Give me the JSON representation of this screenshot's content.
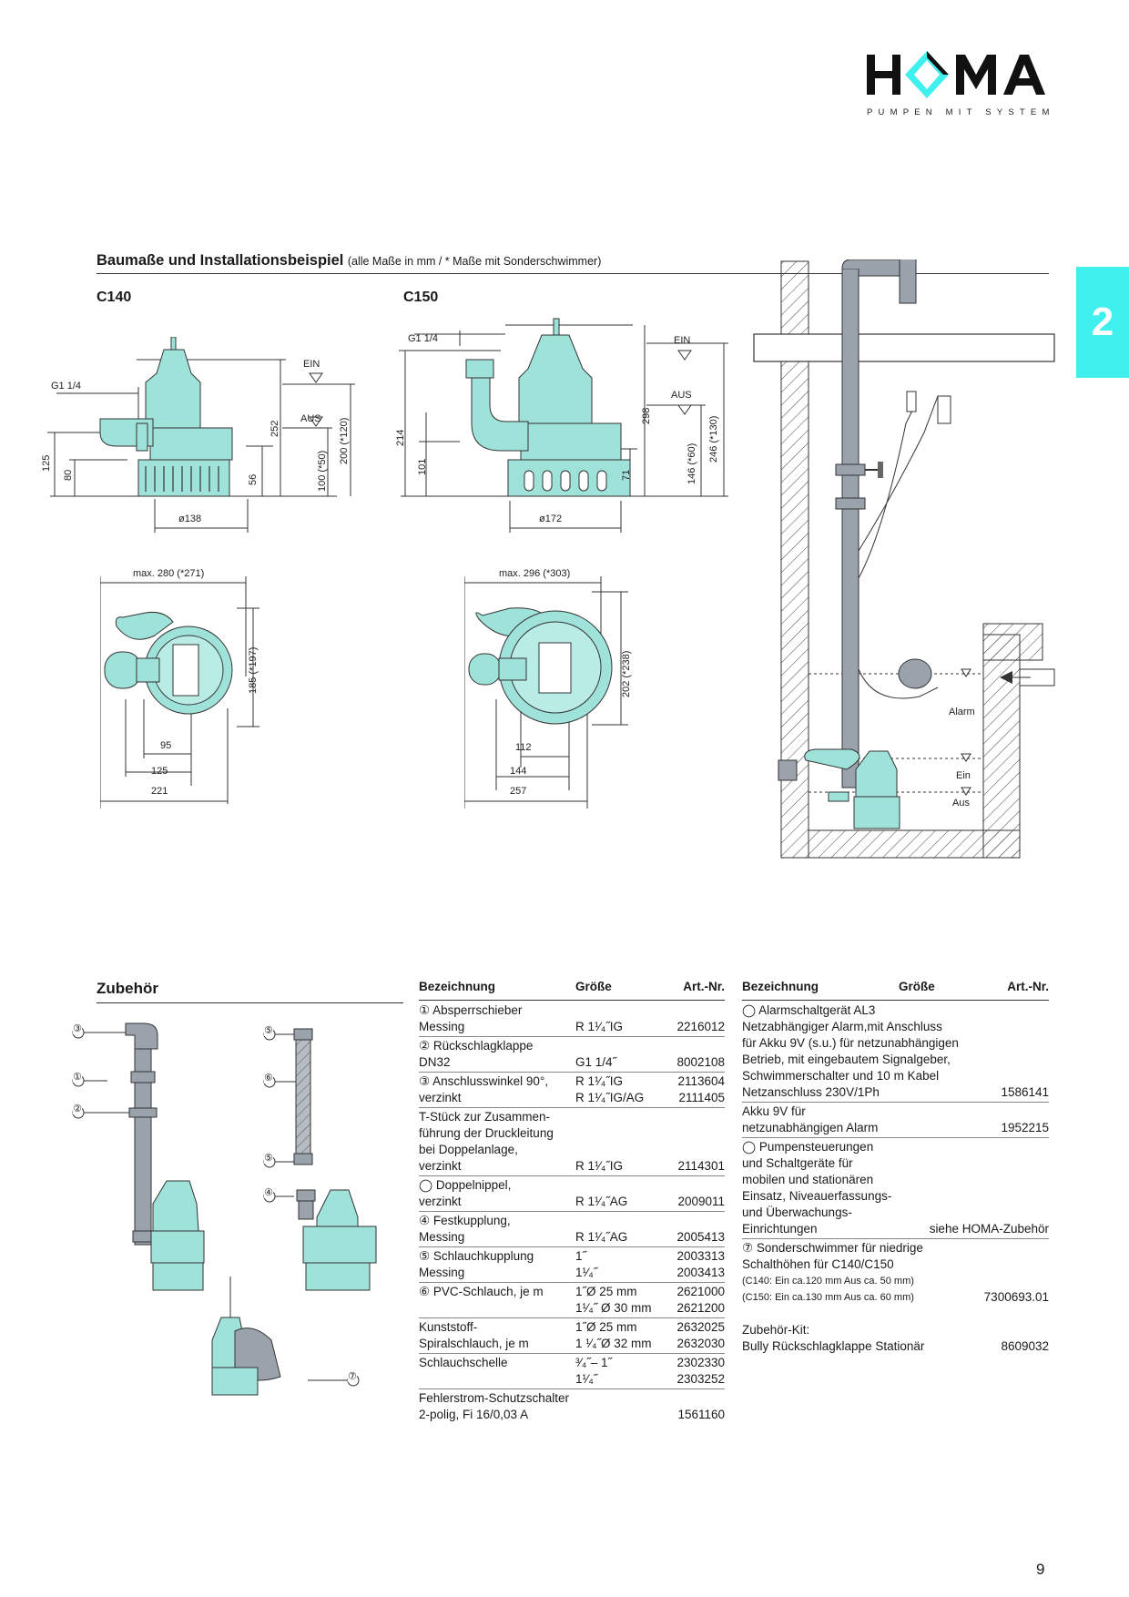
{
  "logo": {
    "wordmark": "HOMA",
    "tagline": "PUMPEN MIT SYSTEM"
  },
  "side_tab": {
    "number": "2"
  },
  "section1": {
    "title": "Baumaße und Installationsbeispiel",
    "note": "(alle Maße in mm / * Maße mit Sonderschwimmer)"
  },
  "c140": {
    "model": "C140",
    "thread": "G1 1/4",
    "ein": "EIN",
    "aus": "AUS",
    "h125": "125",
    "h80": "80",
    "h252": "252",
    "h56": "56",
    "h100": "100 (*50)",
    "h200": "200 (*120)",
    "dia": "ø138",
    "max": "max. 280 (*271)",
    "side": "185 (*197)",
    "w95": "95",
    "w125": "125",
    "w221": "221"
  },
  "c150": {
    "model": "C150",
    "thread": "G1 1/4",
    "ein": "EIN",
    "aus": "AUS",
    "h214": "214",
    "h101": "101",
    "h298": "298",
    "h71": "71",
    "h146": "146 (*60)",
    "h246": "246 (*130)",
    "dia": "ø172",
    "max": "max. 296 (*303)",
    "side": "202 (*238)",
    "w112": "112",
    "w144": "144",
    "w257": "257"
  },
  "install": {
    "alarm": "Alarm",
    "ein": "Ein",
    "aus": "Aus"
  },
  "zubehoer": {
    "title": "Zubehör",
    "callouts": [
      "③",
      "①",
      "②",
      "⑤",
      "⑥",
      "⑤",
      "④",
      "⑦"
    ]
  },
  "table_left": {
    "headers": {
      "name": "Bezeichnung",
      "size": "Größe",
      "art": "Art.-Nr."
    },
    "rows": [
      {
        "name": "① Absperrschieber",
        "size": "",
        "art": ""
      },
      {
        "name": "Messing",
        "size": "R 1¹⁄₄˝IG",
        "art": "2216012"
      },
      {
        "name": "② Rückschlagklappe",
        "size": "",
        "art": ""
      },
      {
        "name": "DN32",
        "size": "G1 1/4˝",
        "art": "8002108"
      },
      {
        "name": "③ Anschlusswinkel 90°,",
        "size": "R 1¹⁄₄˝IG",
        "art": "2113604"
      },
      {
        "name": "verzinkt",
        "size": "R 1¹⁄₄˝IG/AG",
        "art": "2111405"
      },
      {
        "name": "T-Stück zur Zusammen-",
        "size": "",
        "art": ""
      },
      {
        "name": "führung der Druckleitung",
        "size": "",
        "art": ""
      },
      {
        "name": "bei Doppelanlage,",
        "size": "",
        "art": ""
      },
      {
        "name": "verzinkt",
        "size": "R 1¹⁄₄˝IG",
        "art": "2114301"
      },
      {
        "name": "◯ Doppelnippel,",
        "size": "",
        "art": ""
      },
      {
        "name": "verzinkt",
        "size": "R 1¹⁄₄˝AG",
        "art": "2009011"
      },
      {
        "name": "④ Festkupplung,",
        "size": "",
        "art": ""
      },
      {
        "name": "Messing",
        "size": "R 1¹⁄₄˝AG",
        "art": "2005413"
      },
      {
        "name": "⑤ Schlauchkupplung",
        "size": "1˝",
        "art": "2003313"
      },
      {
        "name": "Messing",
        "size": "1¹⁄₄˝",
        "art": "2003413"
      },
      {
        "name": "⑥ PVC-Schlauch, je m",
        "size": "1˝Ø 25 mm",
        "art": "2621000"
      },
      {
        "name": "",
        "size": "1¹⁄₄˝ Ø 30 mm",
        "art": "2621200"
      },
      {
        "name": "Kunststoff-",
        "size": "1˝Ø 25 mm",
        "art": "2632025"
      },
      {
        "name": "Spiralschlauch, je m",
        "size": "1 ¹⁄₄˝Ø 32 mm",
        "art": "2632030"
      },
      {
        "name": "Schlauchschelle",
        "size": "³⁄₄˝– 1˝",
        "art": "2302330"
      },
      {
        "name": "",
        "size": "1¹⁄₄˝",
        "art": "2303252"
      },
      {
        "name": "Fehlerstrom-Schutzschalter",
        "size": "",
        "art": ""
      },
      {
        "name": "2-polig, Fi 16/0,03 A",
        "size": "",
        "art": "1561160"
      }
    ]
  },
  "table_right": {
    "headers": {
      "name": "Bezeichnung",
      "size": "Größe",
      "art": "Art.-Nr."
    },
    "rows": [
      {
        "name": "◯ Alarmschaltgerät AL3",
        "art": ""
      },
      {
        "name": "Netzabhängiger Alarm,mit Anschluss",
        "art": ""
      },
      {
        "name": "für Akku 9V (s.u.) für netzunabhängigen",
        "art": ""
      },
      {
        "name": "Betrieb, mit eingebautem Signalgeber,",
        "art": ""
      },
      {
        "name": "Schwimmerschalter und 10 m Kabel",
        "art": ""
      },
      {
        "name": "Netzanschluss 230V/1Ph",
        "art": "1586141"
      },
      {
        "name": "Akku 9V für",
        "art": ""
      },
      {
        "name": "netzunabhängigen Alarm",
        "art": "1952215"
      },
      {
        "name": "◯ Pumpensteuerungen",
        "art": ""
      },
      {
        "name": "und Schaltgeräte für",
        "art": ""
      },
      {
        "name": "mobilen und stationären",
        "art": ""
      },
      {
        "name": "Einsatz, Niveauerfassungs-",
        "art": ""
      },
      {
        "name": "und Überwachungs-",
        "art": ""
      },
      {
        "name": "Einrichtungen",
        "art": "siehe HOMA-Zubehör"
      },
      {
        "name": "⑦ Sonderschwimmer für niedrige",
        "art": ""
      },
      {
        "name": "Schalthöhen für C140/C150",
        "art": ""
      },
      {
        "name": "(C140:  Ein  ca.120  mm  Aus  ca.  50  mm)",
        "art": "",
        "small": true
      },
      {
        "name": "(C150: Ein ca.130 mm Aus ca. 60 mm)",
        "art": "7300693.01",
        "small": true
      },
      {
        "name": "",
        "art": ""
      },
      {
        "name": "Zubehör-Kit:",
        "art": ""
      },
      {
        "name": "Bully Rückschlagklappe Stationär",
        "art": "8609032"
      }
    ]
  },
  "page_number": "9",
  "colors": {
    "pump": "#9fe2da",
    "tab": "#3ff0ee",
    "line": "#333333"
  }
}
